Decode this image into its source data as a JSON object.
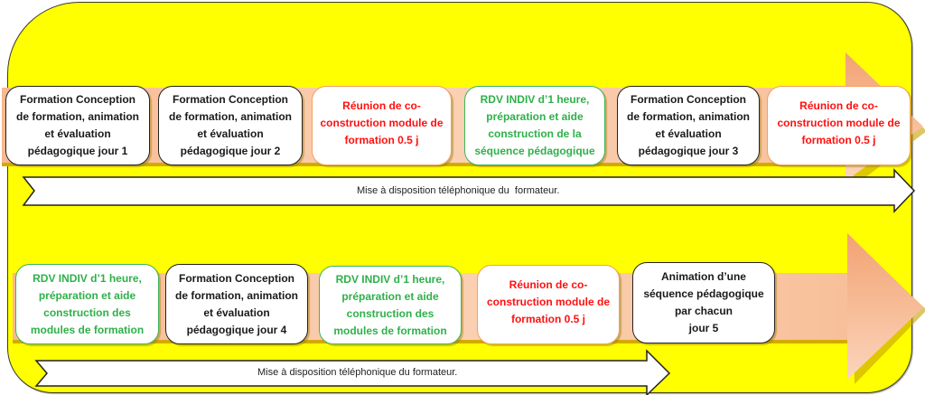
{
  "colors": {
    "background": "#ffff00",
    "band": "#f9c9a8",
    "band_arrowhead": "#f4a878",
    "box_black": "#1a1a1a",
    "box_red": "#ff1010",
    "box_green": "#2fb04a"
  },
  "row1": {
    "boxes": [
      {
        "text": "Formation Conception\nde formation, animation\net évaluation\npédagogique jour 1",
        "type": "black"
      },
      {
        "text": "Formation Conception\nde formation, animation\net évaluation\npédagogique jour 2",
        "type": "black"
      },
      {
        "text": "Réunion de co-\nconstruction module de\nformation 0.5 j",
        "type": "red"
      },
      {
        "text": "RDV INDIV d’1 heure,\npréparation et aide\nconstruction de la\nséquence pédagogique",
        "type": "green"
      },
      {
        "text": "Formation Conception\nde formation, animation\net évaluation\npédagogique jour 3",
        "type": "black"
      },
      {
        "text": "Réunion de co-\nconstruction module de\nformation 0.5 j",
        "type": "red"
      }
    ],
    "arrow_text": "Mise à disposition téléphonique du  formateur."
  },
  "row2": {
    "boxes": [
      {
        "text": "RDV INDIV d’1 heure,\npréparation et aide\nconstruction des\nmodules de formation",
        "type": "green"
      },
      {
        "text": "Formation Conception\nde formation, animation\net évaluation\npédagogique jour 4",
        "type": "black"
      },
      {
        "text": "RDV INDIV d’1 heure,\npréparation et aide\nconstruction des\nmodules de formation",
        "type": "green"
      },
      {
        "text": "Réunion de co-\nconstruction module de\nformation 0.5 j",
        "type": "red"
      },
      {
        "text": "Animation d’une\nséquence pédagogique\npar chacun\njour 5",
        "type": "black"
      }
    ],
    "arrow_text": "Mise à disposition téléphonique du formateur."
  }
}
